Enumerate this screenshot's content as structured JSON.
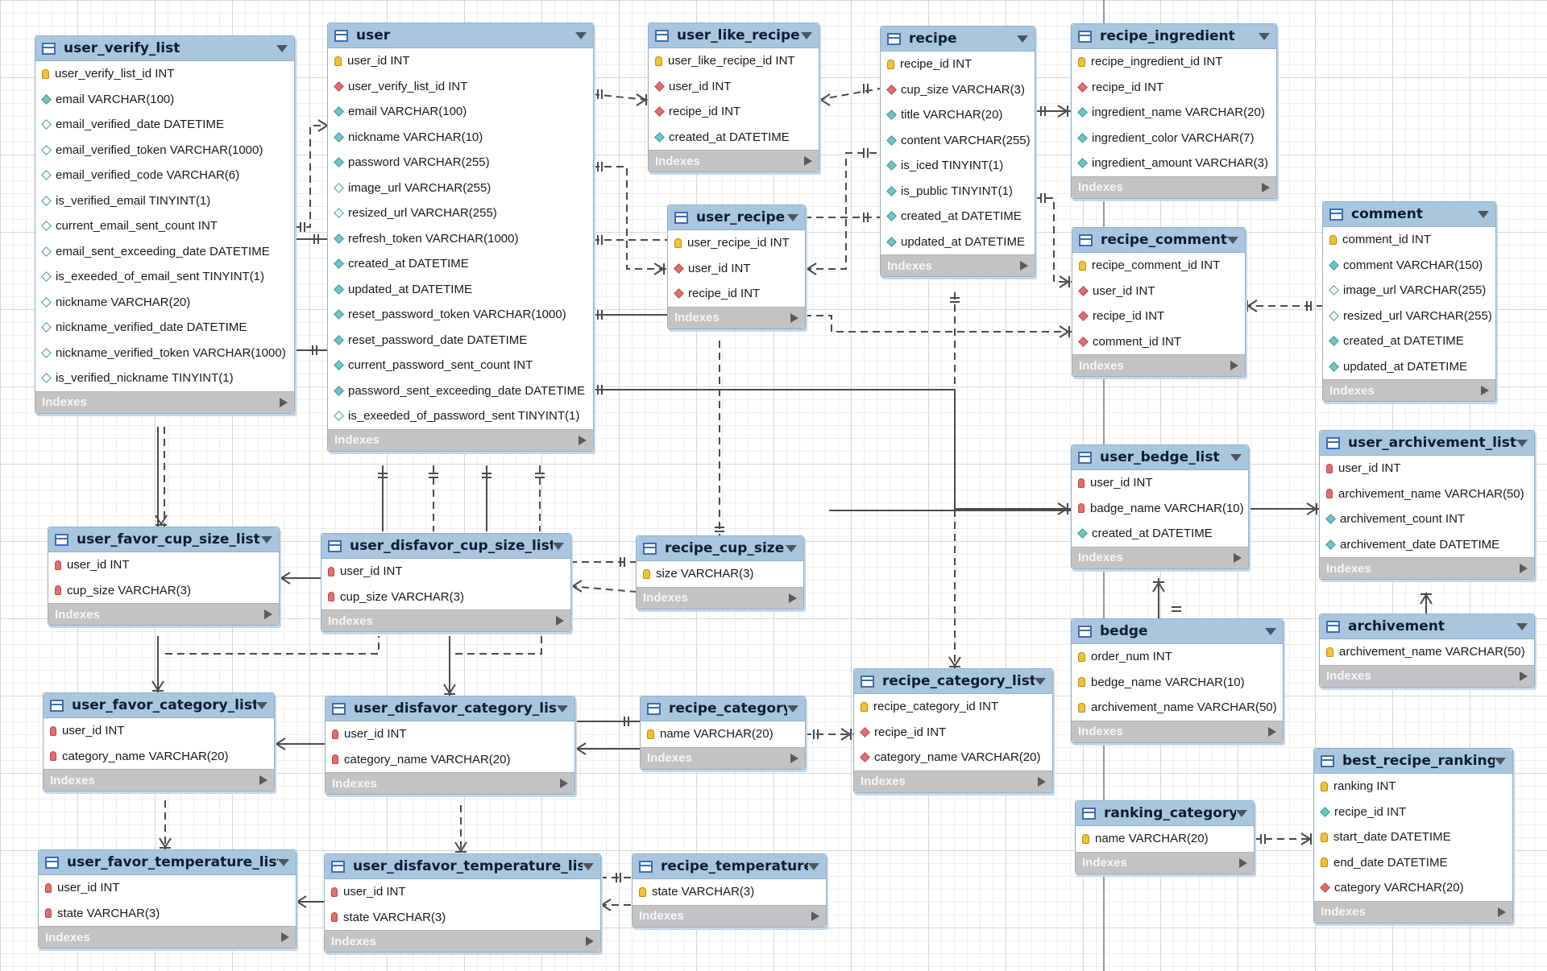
{
  "tables": [
    {
      "name": "user_verify_list",
      "columns": [
        {
          "text": "user_verify_list_id INT",
          "key": "pk"
        },
        {
          "text": "email VARCHAR(100)",
          "key": "nn"
        },
        {
          "text": "email_verified_date DATETIME",
          "key": "col"
        },
        {
          "text": "email_verified_token VARCHAR(1000)",
          "key": "col"
        },
        {
          "text": "email_verified_code VARCHAR(6)",
          "key": "col"
        },
        {
          "text": "is_verified_email TINYINT(1)",
          "key": "col"
        },
        {
          "text": "current_email_sent_count INT",
          "key": "col"
        },
        {
          "text": "email_sent_exceeding_date DATETIME",
          "key": "col"
        },
        {
          "text": "is_exeeded_of_email_sent TINYINT(1)",
          "key": "col"
        },
        {
          "text": "nickname VARCHAR(20)",
          "key": "col"
        },
        {
          "text": "nickname_verified_date DATETIME",
          "key": "col"
        },
        {
          "text": "nickname_verified_token VARCHAR(1000)",
          "key": "col"
        },
        {
          "text": "is_verified_nickname TINYINT(1)",
          "key": "col"
        }
      ]
    },
    {
      "name": "user",
      "columns": [
        {
          "text": "user_id INT",
          "key": "pk"
        },
        {
          "text": "user_verify_list_id INT",
          "key": "fk"
        },
        {
          "text": "email VARCHAR(100)",
          "key": "nn"
        },
        {
          "text": "nickname VARCHAR(10)",
          "key": "nn"
        },
        {
          "text": "password VARCHAR(255)",
          "key": "nn"
        },
        {
          "text": "image_url VARCHAR(255)",
          "key": "col"
        },
        {
          "text": "resized_url VARCHAR(255)",
          "key": "col"
        },
        {
          "text": "refresh_token VARCHAR(1000)",
          "key": "nn"
        },
        {
          "text": "created_at DATETIME",
          "key": "nn"
        },
        {
          "text": "updated_at DATETIME",
          "key": "nn"
        },
        {
          "text": "reset_password_token VARCHAR(1000)",
          "key": "nn"
        },
        {
          "text": "reset_password_date DATETIME",
          "key": "nn"
        },
        {
          "text": "current_password_sent_count INT",
          "key": "nn"
        },
        {
          "text": "password_sent_exceeding_date DATETIME",
          "key": "nn"
        },
        {
          "text": "is_exeeded_of_password_sent TINYINT(1)",
          "key": "col"
        }
      ]
    },
    {
      "name": "user_like_recipe",
      "columns": [
        {
          "text": "user_like_recipe_id INT",
          "key": "pk"
        },
        {
          "text": "user_id INT",
          "key": "fk"
        },
        {
          "text": "recipe_id INT",
          "key": "fk"
        },
        {
          "text": "created_at DATETIME",
          "key": "nn"
        }
      ]
    },
    {
      "name": "user_recipe",
      "columns": [
        {
          "text": "user_recipe_id INT",
          "key": "pk"
        },
        {
          "text": "user_id INT",
          "key": "fk"
        },
        {
          "text": "recipe_id INT",
          "key": "fk"
        }
      ]
    },
    {
      "name": "recipe",
      "columns": [
        {
          "text": "recipe_id INT",
          "key": "pk"
        },
        {
          "text": "cup_size VARCHAR(3)",
          "key": "fk"
        },
        {
          "text": "title VARCHAR(20)",
          "key": "nn"
        },
        {
          "text": "content VARCHAR(255)",
          "key": "nn"
        },
        {
          "text": "is_iced TINYINT(1)",
          "key": "nn"
        },
        {
          "text": "is_public TINYINT(1)",
          "key": "nn"
        },
        {
          "text": "created_at DATETIME",
          "key": "nn"
        },
        {
          "text": "updated_at DATETIME",
          "key": "nn"
        }
      ]
    },
    {
      "name": "recipe_ingredient",
      "columns": [
        {
          "text": "recipe_ingredient_id INT",
          "key": "pk"
        },
        {
          "text": "recipe_id INT",
          "key": "fk"
        },
        {
          "text": "ingredient_name VARCHAR(20)",
          "key": "nn"
        },
        {
          "text": "ingredient_color VARCHAR(7)",
          "key": "nn"
        },
        {
          "text": "ingredient_amount VARCHAR(3)",
          "key": "nn"
        }
      ]
    },
    {
      "name": "recipe_comment",
      "columns": [
        {
          "text": "recipe_comment_id INT",
          "key": "pk"
        },
        {
          "text": "user_id INT",
          "key": "fk"
        },
        {
          "text": "recipe_id INT",
          "key": "fk"
        },
        {
          "text": "comment_id INT",
          "key": "fk"
        }
      ]
    },
    {
      "name": "comment",
      "columns": [
        {
          "text": "comment_id INT",
          "key": "pk"
        },
        {
          "text": "comment VARCHAR(150)",
          "key": "nn"
        },
        {
          "text": "image_url VARCHAR(255)",
          "key": "col"
        },
        {
          "text": "resized_url VARCHAR(255)",
          "key": "col"
        },
        {
          "text": "created_at DATETIME",
          "key": "nn"
        },
        {
          "text": "updated_at DATETIME",
          "key": "nn"
        }
      ]
    },
    {
      "name": "user_favor_cup_size_list",
      "columns": [
        {
          "text": "user_id INT",
          "key": "pkfk"
        },
        {
          "text": "cup_size VARCHAR(3)",
          "key": "pkfk"
        }
      ]
    },
    {
      "name": "user_disfavor_cup_size_list",
      "columns": [
        {
          "text": "user_id INT",
          "key": "pkfk"
        },
        {
          "text": "cup_size VARCHAR(3)",
          "key": "pkfk"
        }
      ]
    },
    {
      "name": "recipe_cup_size",
      "columns": [
        {
          "text": "size VARCHAR(3)",
          "key": "pk"
        }
      ]
    },
    {
      "name": "user_bedge_list",
      "columns": [
        {
          "text": "user_id INT",
          "key": "pkfk"
        },
        {
          "text": "badge_name VARCHAR(10)",
          "key": "pkfk"
        },
        {
          "text": "created_at DATETIME",
          "key": "nn"
        }
      ]
    },
    {
      "name": "user_archivement_list",
      "columns": [
        {
          "text": "user_id INT",
          "key": "pkfk"
        },
        {
          "text": "archivement_name VARCHAR(50)",
          "key": "pkfk"
        },
        {
          "text": "archivement_count INT",
          "key": "nn"
        },
        {
          "text": "archivement_date DATETIME",
          "key": "nn"
        }
      ]
    },
    {
      "name": "archivement",
      "columns": [
        {
          "text": "archivement_name VARCHAR(50)",
          "key": "pk"
        }
      ]
    },
    {
      "name": "bedge",
      "columns": [
        {
          "text": "order_num INT",
          "key": "pk"
        },
        {
          "text": "bedge_name VARCHAR(10)",
          "key": "pk"
        },
        {
          "text": "archivement_name VARCHAR(50)",
          "key": "pk"
        }
      ]
    },
    {
      "name": "user_favor_category_list",
      "columns": [
        {
          "text": "user_id INT",
          "key": "pkfk"
        },
        {
          "text": "category_name VARCHAR(20)",
          "key": "pkfk"
        }
      ]
    },
    {
      "name": "user_disfavor_category_list",
      "columns": [
        {
          "text": "user_id INT",
          "key": "pkfk"
        },
        {
          "text": "category_name VARCHAR(20)",
          "key": "pkfk"
        }
      ]
    },
    {
      "name": "recipe_category",
      "columns": [
        {
          "text": "name VARCHAR(20)",
          "key": "pk"
        }
      ]
    },
    {
      "name": "recipe_category_list",
      "columns": [
        {
          "text": "recipe_category_id INT",
          "key": "pk"
        },
        {
          "text": "recipe_id INT",
          "key": "fk"
        },
        {
          "text": "category_name VARCHAR(20)",
          "key": "fk"
        }
      ]
    },
    {
      "name": "best_recipe_ranking",
      "columns": [
        {
          "text": "ranking INT",
          "key": "pk"
        },
        {
          "text": "recipe_id INT",
          "key": "nn"
        },
        {
          "text": "start_date DATETIME",
          "key": "pk"
        },
        {
          "text": "end_date DATETIME",
          "key": "pk"
        },
        {
          "text": "category VARCHAR(20)",
          "key": "fk"
        }
      ]
    },
    {
      "name": "ranking_category",
      "columns": [
        {
          "text": "name VARCHAR(20)",
          "key": "pk"
        }
      ]
    },
    {
      "name": "user_favor_temperature_list",
      "columns": [
        {
          "text": "user_id INT",
          "key": "pkfk"
        },
        {
          "text": "state VARCHAR(3)",
          "key": "pkfk"
        }
      ]
    },
    {
      "name": "user_disfavor_temperature_list",
      "columns": [
        {
          "text": "user_id INT",
          "key": "pkfk"
        },
        {
          "text": "state VARCHAR(3)",
          "key": "pkfk"
        }
      ]
    },
    {
      "name": "recipe_temperature",
      "columns": [
        {
          "text": "state VARCHAR(3)",
          "key": "pk"
        }
      ]
    }
  ],
  "indexes_label": "Indexes",
  "icons": {
    "table": "table-icon",
    "pk": "primary-key-icon",
    "fk": "foreign-key-icon",
    "pkfk": "primary-foreign-key-icon",
    "nn": "not-null-column-icon",
    "col": "nullable-column-icon"
  },
  "colors": {
    "header": "#a9c6de",
    "indexes_bar": "#c3c3c3",
    "line": "#4a4a4a"
  }
}
